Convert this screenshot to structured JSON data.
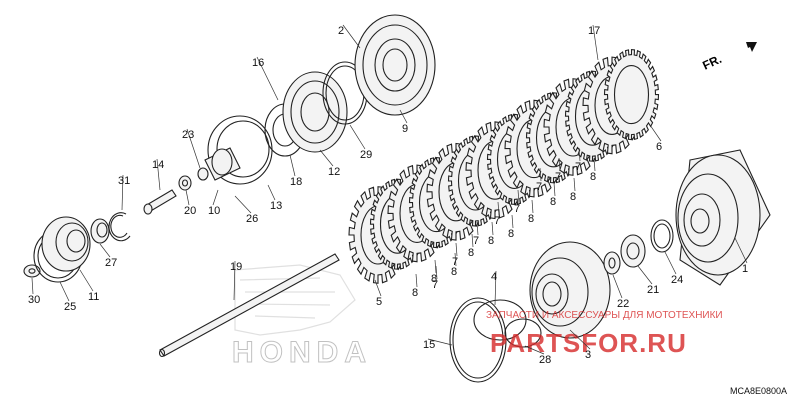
{
  "diagram": {
    "code": "MCA8E0800A",
    "direction_label": "FR.",
    "callouts": [
      "1",
      "2",
      "3",
      "4",
      "5",
      "6",
      "7",
      "7",
      "7",
      "7",
      "7",
      "7",
      "7",
      "7",
      "8",
      "8",
      "8",
      "8",
      "8",
      "8",
      "8",
      "8",
      "8",
      "8",
      "9",
      "10",
      "11",
      "12",
      "13",
      "14",
      "15",
      "16",
      "17",
      "18",
      "19",
      "20",
      "21",
      "22",
      "23",
      "24",
      "25",
      "26",
      "27",
      "28",
      "29",
      "30",
      "31"
    ]
  },
  "watermark": {
    "brand_word": "HONDA",
    "site": "PARTSFOR.RU",
    "tagline": "ЗАПЧАСТИ И АКСЕССУАРЫ ДЛЯ МОТОТЕХНИКИ",
    "color": "#d62a2a"
  }
}
